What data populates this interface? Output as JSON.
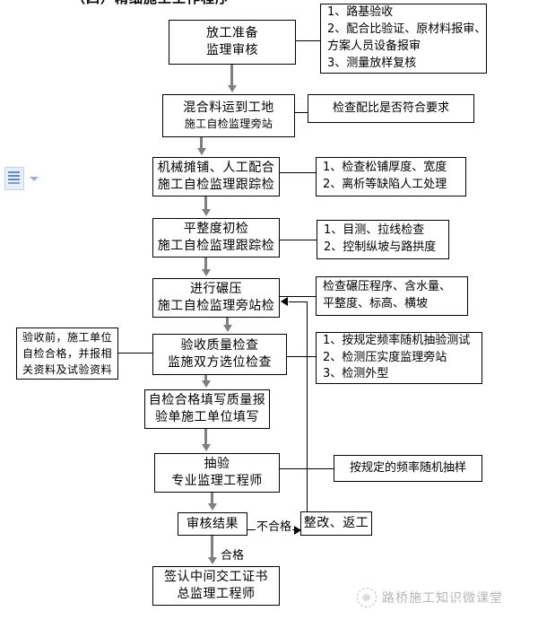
{
  "page": {
    "title": "（四）精细施工工作程序",
    "doc_icon": "document-icon",
    "dropdown_icon": "chevron-down-icon"
  },
  "nodes": {
    "n1": {
      "line1": "放工准备",
      "line2": "监理审核"
    },
    "n2": {
      "line1": "混合料运到工地",
      "line2": "施工自检监理旁站"
    },
    "n3": {
      "line1": "机械摊铺、人工配合",
      "line2": "施工自检监理跟踪检"
    },
    "n4": {
      "line1": "平整度初检",
      "line2": "施工自检监理跟踪检"
    },
    "n5": {
      "line1": "进行碾压",
      "line2": "施工自检监理旁站检"
    },
    "n6": {
      "line1": "验收质量检查",
      "line2": "监施双方选位检查"
    },
    "n7": {
      "line1": "自检合格填写质量报",
      "line2": "验单施工单位填写"
    },
    "n8": {
      "line1": "抽验",
      "line2": "专业监理工程师"
    },
    "n9": {
      "line1": "审核结果",
      "line2": ""
    },
    "n10": {
      "line1": "整改、返工",
      "line2": ""
    },
    "n11": {
      "line1": "签认中间交工证书",
      "line2": "总监理工程师"
    }
  },
  "notes": {
    "note1": {
      "lines": [
        "1、路基验收",
        "2、配合比验证、原材料报审、",
        "方案人员设备报审",
        "3、测量放样复核"
      ]
    },
    "note2": {
      "lines": [
        "检查配比是否符合要求"
      ]
    },
    "note3": {
      "lines": [
        "1、检查松铺厚度、宽度",
        "2、离析等缺陷人工处理"
      ]
    },
    "note4": {
      "lines": [
        "1、目测、拉线检查",
        "2、控制纵坡与路拱度"
      ]
    },
    "note5": {
      "lines": [
        "检查碾压程序、含水量、",
        "平整度、标高、横坡"
      ]
    },
    "note6": {
      "lines": [
        "验收前，施工单位",
        "自检合格，并报相",
        "关资料及试验资料"
      ]
    },
    "note7": {
      "lines": [
        "1、按规定频率随机抽验测试",
        "2、检测压实度监理旁站",
        "3、检测外型"
      ]
    },
    "note8": {
      "lines": [
        "按规定的频率随机抽样"
      ]
    }
  },
  "edge_labels": {
    "fail": "不合格",
    "pass": "合格"
  },
  "watermark": {
    "text": "路桥施工知识微课堂",
    "logo": "wechat-logo-icon"
  },
  "colors": {
    "arrow_gray": "#7f7f7f",
    "line_black": "#000000",
    "background": "#ffffff"
  }
}
